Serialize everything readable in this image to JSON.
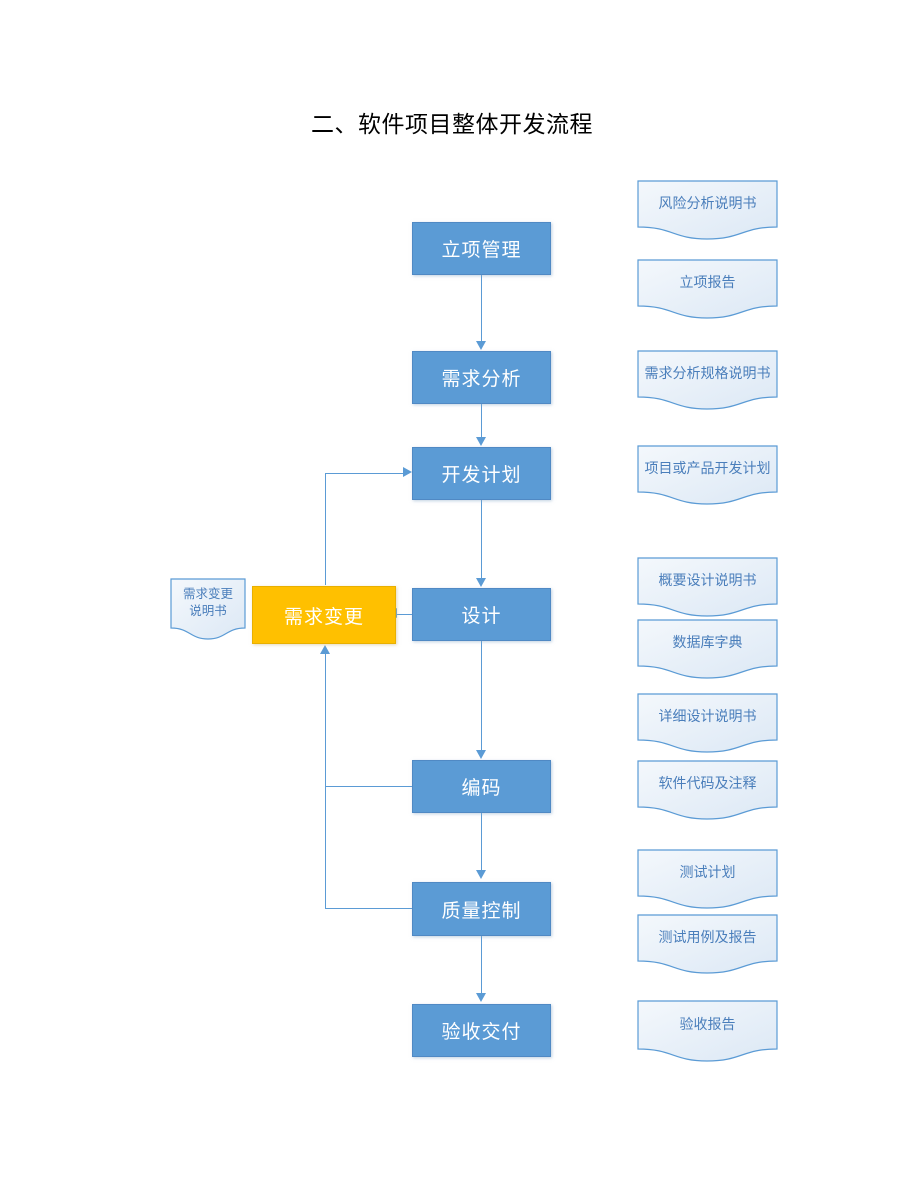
{
  "page": {
    "title": "二、软件项目整体开发流程",
    "background_color": "#FFFFFF"
  },
  "colors": {
    "process_fill": "#5B9BD5",
    "process_text": "#FFFFFF",
    "accent_fill": "#FFC000",
    "document_border": "#5B9BD5",
    "document_text": "#4A7EBB",
    "connector": "#5B9BD5"
  },
  "flow": {
    "steps": [
      {
        "id": "step-1",
        "label": "立项管理"
      },
      {
        "id": "step-2",
        "label": "需求分析"
      },
      {
        "id": "step-3",
        "label": "开发计划"
      },
      {
        "id": "step-4",
        "label": "设计"
      },
      {
        "id": "step-5",
        "label": "编码"
      },
      {
        "id": "step-6",
        "label": "质量控制"
      },
      {
        "id": "step-7",
        "label": "验收交付"
      }
    ],
    "change_node": {
      "id": "change-request",
      "label": "需求变更"
    }
  },
  "documents": {
    "change_doc": {
      "label": "需求变更\n说明书"
    },
    "deliverables": [
      {
        "id": "doc-risk-analysis",
        "label": "风险分析说明书"
      },
      {
        "id": "doc-project-report",
        "label": "立项报告"
      },
      {
        "id": "doc-requirement-spec",
        "label": "需求分析规格说明书"
      },
      {
        "id": "doc-dev-plan",
        "label": "项目或产品开发计划"
      },
      {
        "id": "doc-outline-design",
        "label": "概要设计说明书"
      },
      {
        "id": "doc-db-dictionary",
        "label": "数据库字典"
      },
      {
        "id": "doc-detail-design",
        "label": "详细设计说明书"
      },
      {
        "id": "doc-code-comments",
        "label": "软件代码及注释"
      },
      {
        "id": "doc-test-plan",
        "label": "测试计划"
      },
      {
        "id": "doc-test-cases",
        "label": "测试用例及报告"
      },
      {
        "id": "doc-acceptance-report",
        "label": "验收报告"
      }
    ]
  }
}
